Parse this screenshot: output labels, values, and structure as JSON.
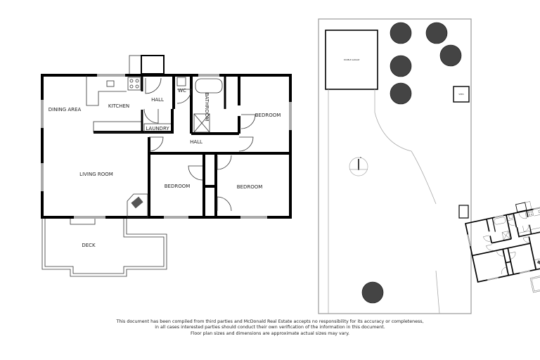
{
  "floor_plan": {
    "rooms": {
      "dining_area": "DINING AREA",
      "kitchen": "KITCHEN",
      "hall_top": "HALL",
      "wc": "WC",
      "bathroom": "BATHROOM",
      "laundry": "LAUNDRY",
      "hall_middle": "HALL",
      "bedroom_1": "BEDROOM",
      "living_room": "LIVING ROOM",
      "bedroom_2": "BEDROOM",
      "bedroom_3": "BEDROOM",
      "deck": "DECK"
    }
  },
  "site_plan": {
    "double_garage": "DOUBLE GARAGE",
    "shed": "SHED",
    "north_marker": "N"
  },
  "disclaimer": {
    "line1": "This document has been compiled from third parties and McDonald Real Estate accepts no responsibility for its accuracy or completeness,",
    "line2": "in all cases interested parties should conduct their own verification of the information in this document.",
    "line3": "Floor plan sizes and dimensions are approximate actual sizes may vary."
  }
}
